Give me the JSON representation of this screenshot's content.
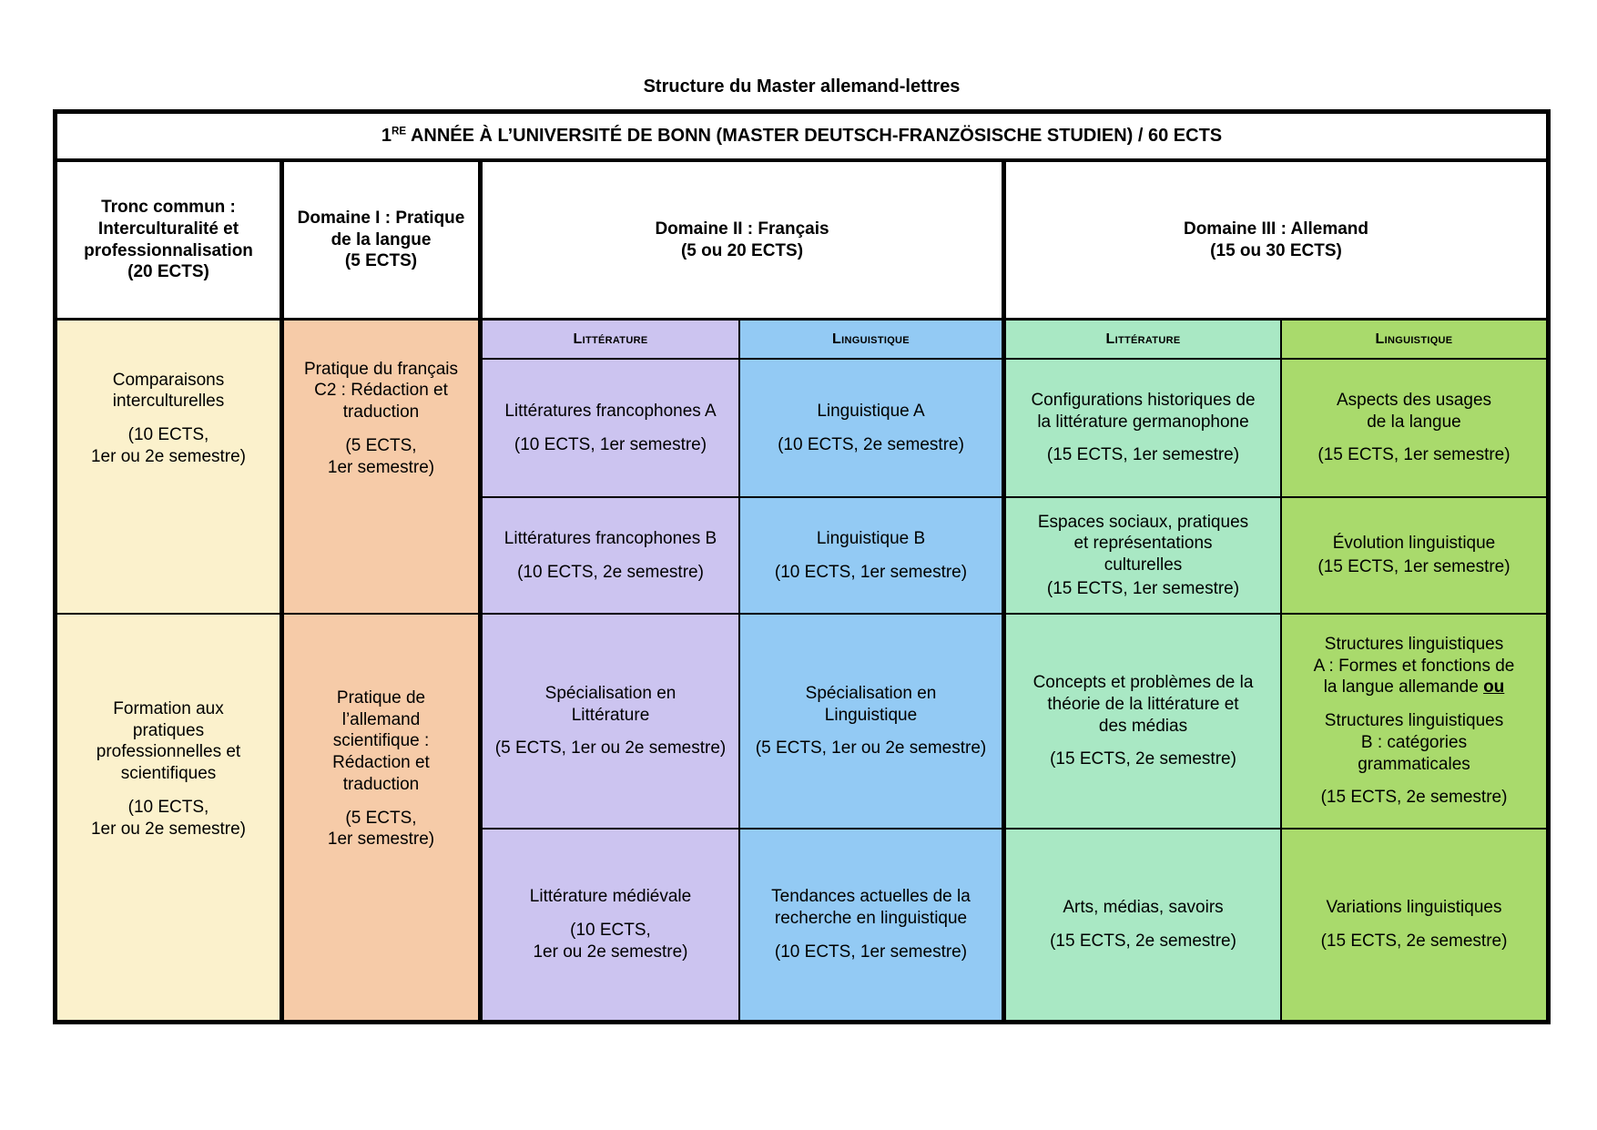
{
  "title": "Structure du Master allemand-lettres",
  "colors": {
    "yellow": "#FBF1CC",
    "peach": "#F6CBA8",
    "purple": "#CCC4F0",
    "blue": "#93CAF4",
    "green": "#A9E8C4",
    "light_green": "#A9DA6C",
    "border": "#000000",
    "background": "#FFFFFF"
  },
  "table": {
    "banner": {
      "number": "1",
      "ordinal": "RE",
      "text": "ANNÉE À L’UNIVERSITÉ DE BONN (MASTER DEUTSCH-FRANZÖSISCHE STUDIEN) / 60 ECTS"
    },
    "group_headers": [
      {
        "label": "Tronc commun :\nInterculturalité et\nprofessionnalisation\n(20 ECTS)"
      },
      {
        "label": "Domaine I : Pratique\nde la langue\n(5 ECTS)"
      },
      {
        "label": "Domaine II : Français\n(5 ou 20 ECTS)"
      },
      {
        "label": "Domaine III : Allemand\n(15 ou 30 ECTS)"
      }
    ],
    "subheaders": [
      {
        "label": "Littérature"
      },
      {
        "label": "Linguistique"
      },
      {
        "label": "Littérature"
      },
      {
        "label": "Linguistique"
      }
    ],
    "tronc_cells": [
      {
        "title": "Comparaisons\ninterculturelles",
        "detail": "(10 ECTS,\n1er ou 2e semestre)"
      },
      {
        "title": "Formation aux\npratiques\nprofessionnelles et\nscientifiques",
        "detail": "(10 ECTS,\n1er ou 2e semestre)"
      }
    ],
    "domaine1_cells": [
      {
        "title": "Pratique du français\nC2 : Rédaction et\ntraduction",
        "detail": "(5 ECTS,\n1er semestre)"
      },
      {
        "title": "Pratique de\nl’allemand\nscientifique :\nRédaction et\ntraduction",
        "detail": "(5 ECTS,\n1er semestre)"
      }
    ],
    "litterature_fr": [
      {
        "title": "Littératures francophones A",
        "detail": "(10 ECTS, 1er semestre)"
      },
      {
        "title": "Littératures francophones  B",
        "detail": "(10 ECTS, 2e semestre)"
      },
      {
        "title": "Spécialisation en\nLittérature",
        "detail": "(5 ECTS, 1er ou 2e semestre)"
      },
      {
        "title": "Littérature médiévale",
        "detail": "(10 ECTS,\n1er ou 2e semestre)"
      }
    ],
    "linguistique_fr": [
      {
        "title": "Linguistique A",
        "detail": "(10 ECTS, 2e semestre)"
      },
      {
        "title": "Linguistique  B",
        "detail": "(10 ECTS, 1er semestre)"
      },
      {
        "title": "Spécialisation en\nLinguistique",
        "detail": "(5 ECTS, 1er ou 2e semestre)"
      },
      {
        "title": "Tendances actuelles de la\nrecherche en linguistique",
        "detail": "(10 ECTS, 1er semestre)"
      }
    ],
    "litterature_de": [
      {
        "title": "Configurations historiques de\nla littérature germanophone",
        "detail": "(15 ECTS, 1er semestre)"
      },
      {
        "title": "Espaces sociaux, pratiques\net représentations\nculturelles",
        "detail": "(15 ECTS, 1er semestre)"
      },
      {
        "title": "Concepts et problèmes de la\nthéorie de la littérature et\ndes médias",
        "detail": "(15 ECTS, 2e semestre)"
      },
      {
        "title": "Arts, médias, savoirs",
        "detail": "(15 ECTS, 2e semestre)"
      }
    ],
    "linguistique_de": [
      {
        "title": "Aspects des usages\nde la langue",
        "detail": "(15 ECTS, 1er semestre)"
      },
      {
        "title": "Évolution linguistique",
        "detail": "(15 ECTS, 1er semestre)"
      },
      {
        "para1": "Structures linguistiques\nA : Formes et fonctions de\nla langue allemande",
        "ou": "ou",
        "para2": "Structures linguistiques\nB : catégories\ngrammaticales",
        "detail": "(15 ECTS, 2e semestre)"
      },
      {
        "title": "Variations linguistiques",
        "detail": "(15 ECTS, 2e semestre)"
      }
    ]
  }
}
